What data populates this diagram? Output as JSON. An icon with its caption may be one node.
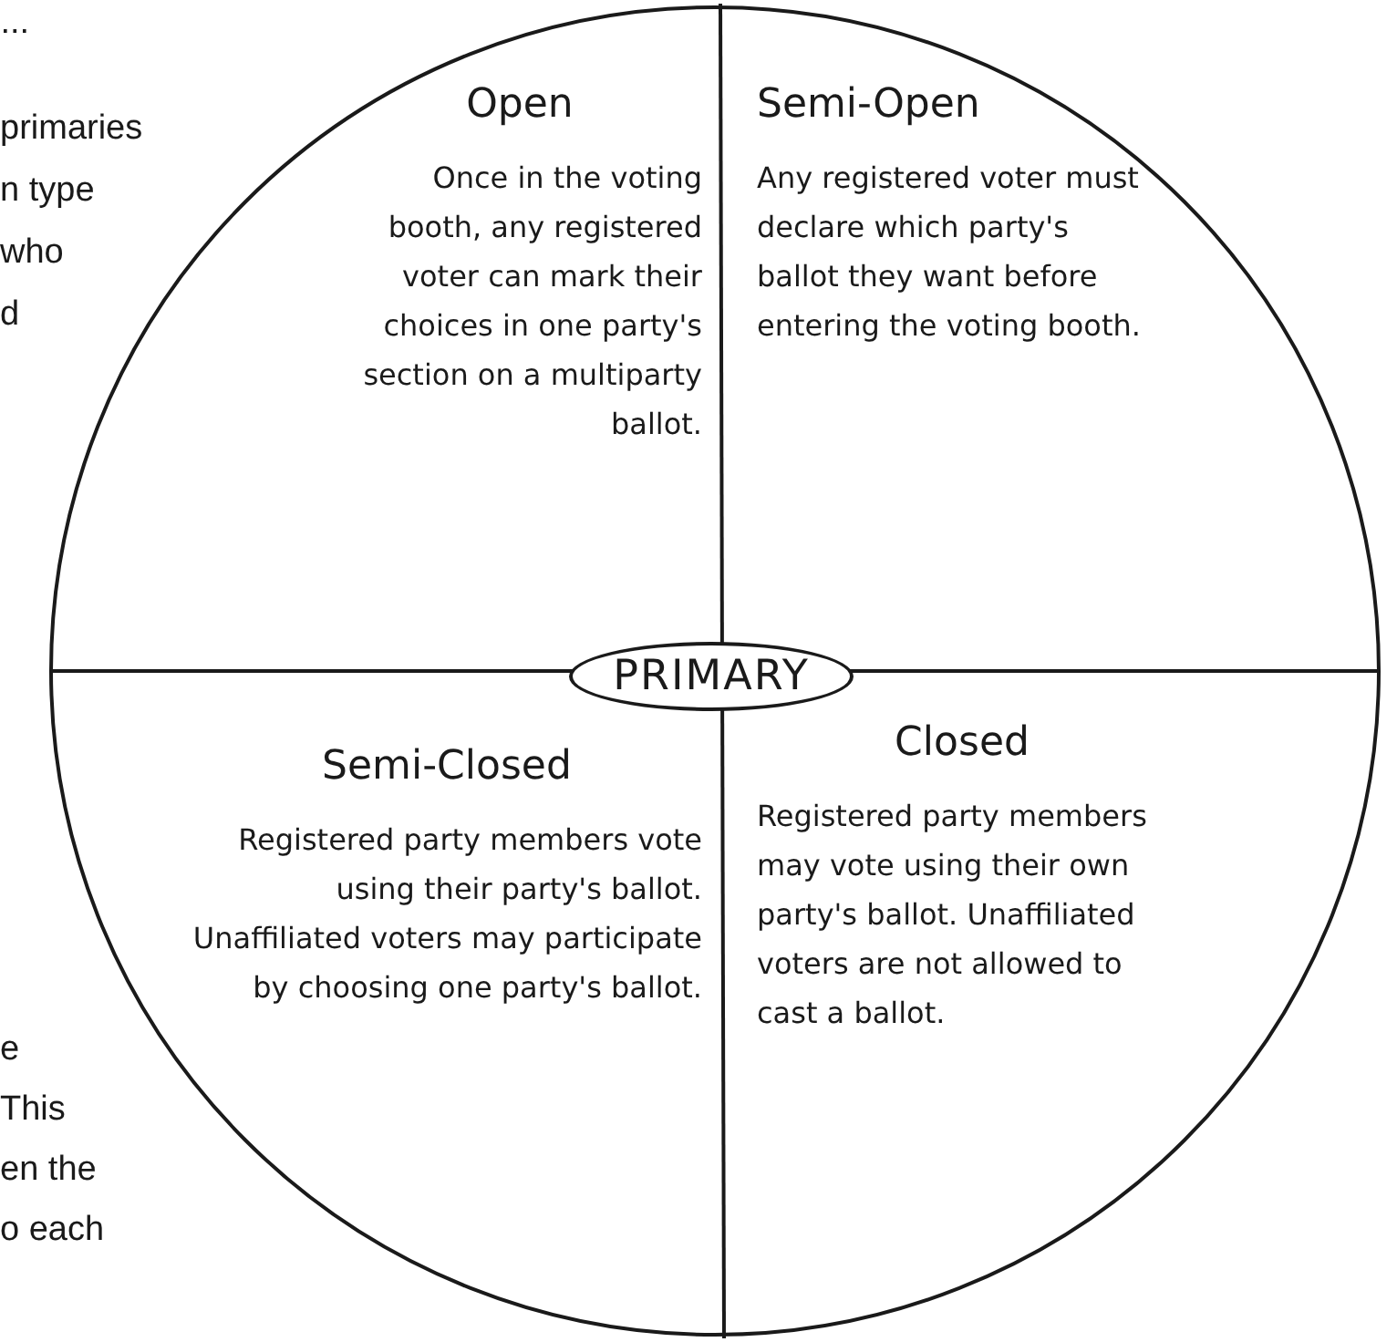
{
  "diagram": {
    "nodes": [
      {
        "text": [
          "Open",
          "Once in the voting booth, any registered voter can mark their choices in one party's section on a multiparty ballot."
        ]
      },
      {
        "text": [
          "Semi-Open",
          "Any registered voter must declare which party's ballot they want before entering the voting booth."
        ]
      },
      {
        "text": [
          "PRIMARY"
        ]
      },
      {
        "text": [
          "Semi-Closed",
          "Registered party members vote using their party's ballot. Unaffiliated voters may participate by choosing one party's ballot."
        ]
      },
      {
        "text": [
          "Closed",
          "Registered party members may vote using their own party's ballot. Unaffiliated voters are not allowed to cast a ballot."
        ]
      }
    ],
    "labels": [
      "l...",
      "primaries",
      "n type",
      "who",
      "d",
      "e",
      "This",
      "en the",
      "o each"
    ]
  }
}
